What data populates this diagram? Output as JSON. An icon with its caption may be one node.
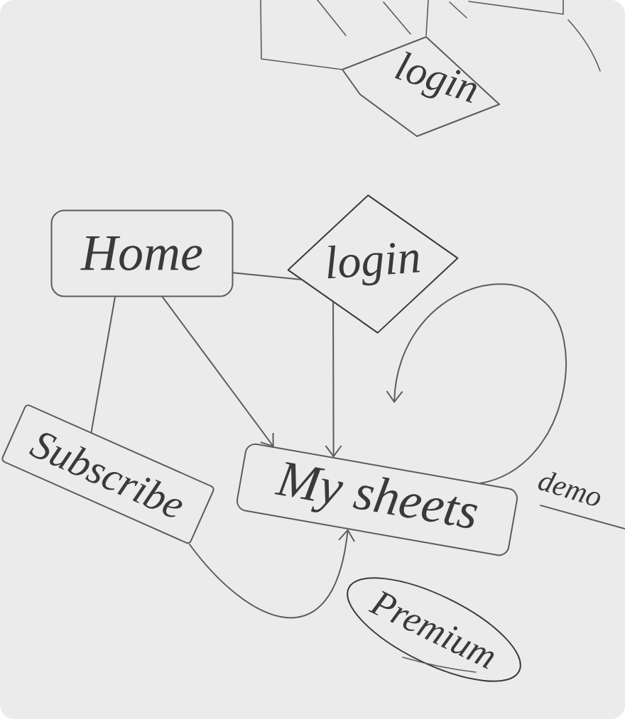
{
  "diagram": {
    "nodes": [
      {
        "text": [
          "login"
        ]
      },
      {
        "text": [
          "Home"
        ]
      },
      {
        "text": [
          "login"
        ]
      },
      {
        "text": [
          "Subscribe"
        ]
      },
      {
        "text": [
          "My sheets"
        ]
      },
      {
        "text": [
          "Premium"
        ]
      }
    ],
    "edges": [
      {
        "from": 1,
        "to": 2,
        "arrow": "none"
      },
      {
        "from": 1,
        "to": 4,
        "arrow": "to"
      },
      {
        "from": 1,
        "to": 3,
        "arrow": "none"
      },
      {
        "from": 2,
        "to": 4,
        "arrow": "to"
      },
      {
        "from": 3,
        "to": 4,
        "arrow": "to"
      },
      {
        "from": 4,
        "to": null,
        "arrow": "to"
      }
    ],
    "labels": [
      "demo"
    ]
  }
}
